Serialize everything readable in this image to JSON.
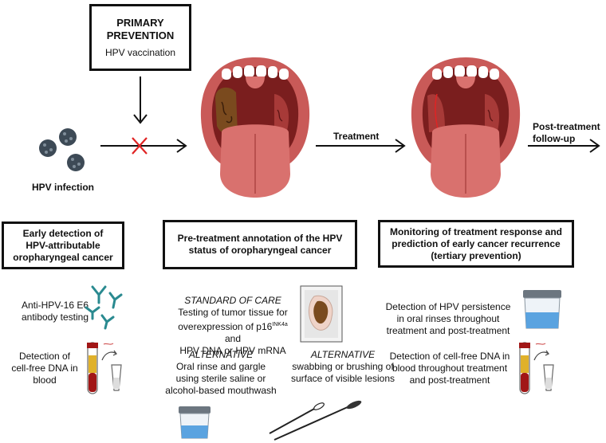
{
  "primary": {
    "title": "PRIMARY\nPREVENTION",
    "subtitle": "HPV vaccination"
  },
  "flow": {
    "hpv_infection": "HPV infection",
    "treatment": "Treatment",
    "post_treatment": "Post-treatment\nfollow-up"
  },
  "early": {
    "header": "Early detection of\nHPV-attributable\noropharyngeal cancer",
    "antibody": "Anti-HPV-16 E6\nantibody testing",
    "cfdna": "Detection of\ncell-free DNA in\nblood"
  },
  "pretreat": {
    "header": "Pre-treatment annotation of the HPV\nstatus of oropharyngeal cancer",
    "soc_title": "STANDARD OF CARE",
    "soc_line1": "Testing of tumor tissue for",
    "soc_line2_pre": "overexpression of p16",
    "soc_line2_sup": "INK4a",
    "soc_line2_post": " and",
    "soc_line3": "HPV DNA or HPV mRNA",
    "alt1_title": "ALTERNATIVE",
    "alt1_text": "Oral rinse and gargle\nusing sterile saline or\nalcohol-based mouthwash",
    "alt2_title": "ALTERNATIVE",
    "alt2_text": "swabbing or brushing of\nsurface of visible lesions"
  },
  "monitor": {
    "header": "Monitoring of treatment response and\nprediction of early cancer recurrence\n(tertiary prevention)",
    "rinse": "Detection of HPV persistence\nin oral rinses throughout\ntreatment and post-treatment",
    "cfdna": "Detection of cell-free DNA in\nblood throughout treatment\nand post-treatment"
  },
  "colors": {
    "virus": "#3d4a56",
    "antibody": "#2a8a90",
    "lip": "#c95a58",
    "tongue": "#d9716e",
    "throat": "#7a1e1e",
    "tumor": "#7a4a1e",
    "blood": "#a11616",
    "plasma": "#e0b12a",
    "cross": "#e02424"
  }
}
